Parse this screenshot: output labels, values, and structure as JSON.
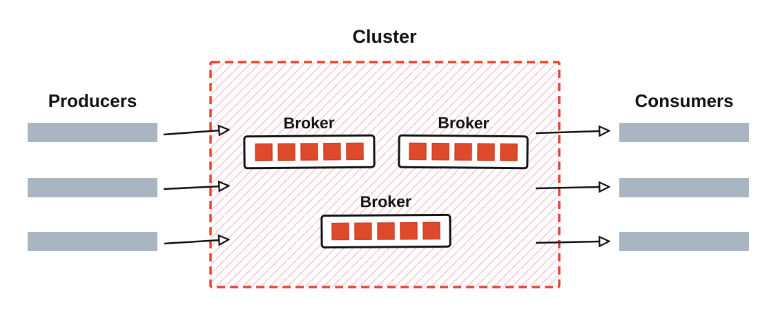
{
  "diagram": {
    "title": "Cluster",
    "producers": {
      "label": "Producers",
      "count": 3
    },
    "consumers": {
      "label": "Consumers",
      "count": 3
    },
    "brokers": [
      {
        "label": "Broker",
        "partitions": 5
      },
      {
        "label": "Broker",
        "partitions": 5
      },
      {
        "label": "Broker",
        "partitions": 5
      }
    ],
    "flows": {
      "producer_arrows": 3,
      "consumer_arrows": 3
    },
    "colors": {
      "ink": "#111111",
      "cluster_border": "#e8432b",
      "hatch": "#f8cbd5",
      "partition": "#e04a2c",
      "partition_edge": "#c93d20",
      "bar": "#a9b6c2",
      "broker_fill": "#ffffff",
      "arrowhead_fill": "#ffffff"
    }
  }
}
